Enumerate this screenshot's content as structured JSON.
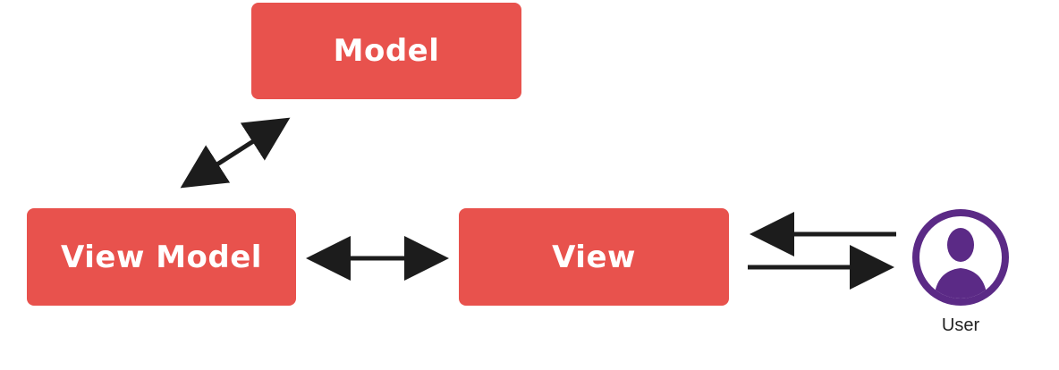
{
  "nodes": {
    "model": "Model",
    "view_model": "View Model",
    "view": "View"
  },
  "user": {
    "label": "User",
    "icon": "user-avatar-icon"
  },
  "colors": {
    "node_fill": "#e8524d",
    "node_text": "#ffffff",
    "arrow": "#1c1c1c",
    "user_icon": "#5b2a86"
  }
}
